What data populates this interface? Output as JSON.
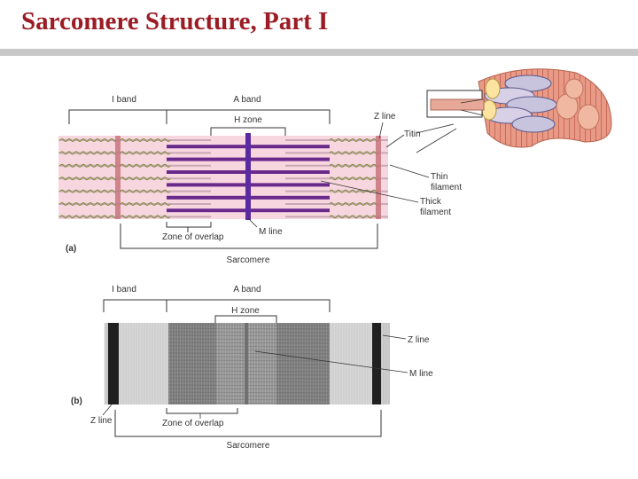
{
  "slide": {
    "title": "Sarcomere Structure, Part I"
  },
  "panel_a": {
    "label": "(a)",
    "i_band": "I band",
    "a_band": "A band",
    "h_zone": "H zone",
    "z_line": "Z line",
    "titin": "Titin",
    "thin_filament": [
      "Thin",
      "filament"
    ],
    "thick_filament": [
      "Thick",
      "filament"
    ],
    "m_line": "M line",
    "zone_of_overlap": "Zone of overlap",
    "sarcomere": "Sarcomere"
  },
  "panel_b": {
    "label": "(b)",
    "i_band": "I band",
    "a_band": "A band",
    "h_zone": "H zone",
    "z_line_right": "Z line",
    "m_line": "M line",
    "z_line_left": "Z line",
    "zone_of_overlap": "Zone of overlap",
    "sarcomere": "Sarcomere"
  },
  "colors": {
    "title": "#9b1c24",
    "thin_filament": "#c9a9b6",
    "thick_filament": "#6a2a8c",
    "m_line": "#5a2aa0",
    "titin": "#7a8a30",
    "z_disc": "#c8747c",
    "muscle_fiber": "#e8907a"
  }
}
